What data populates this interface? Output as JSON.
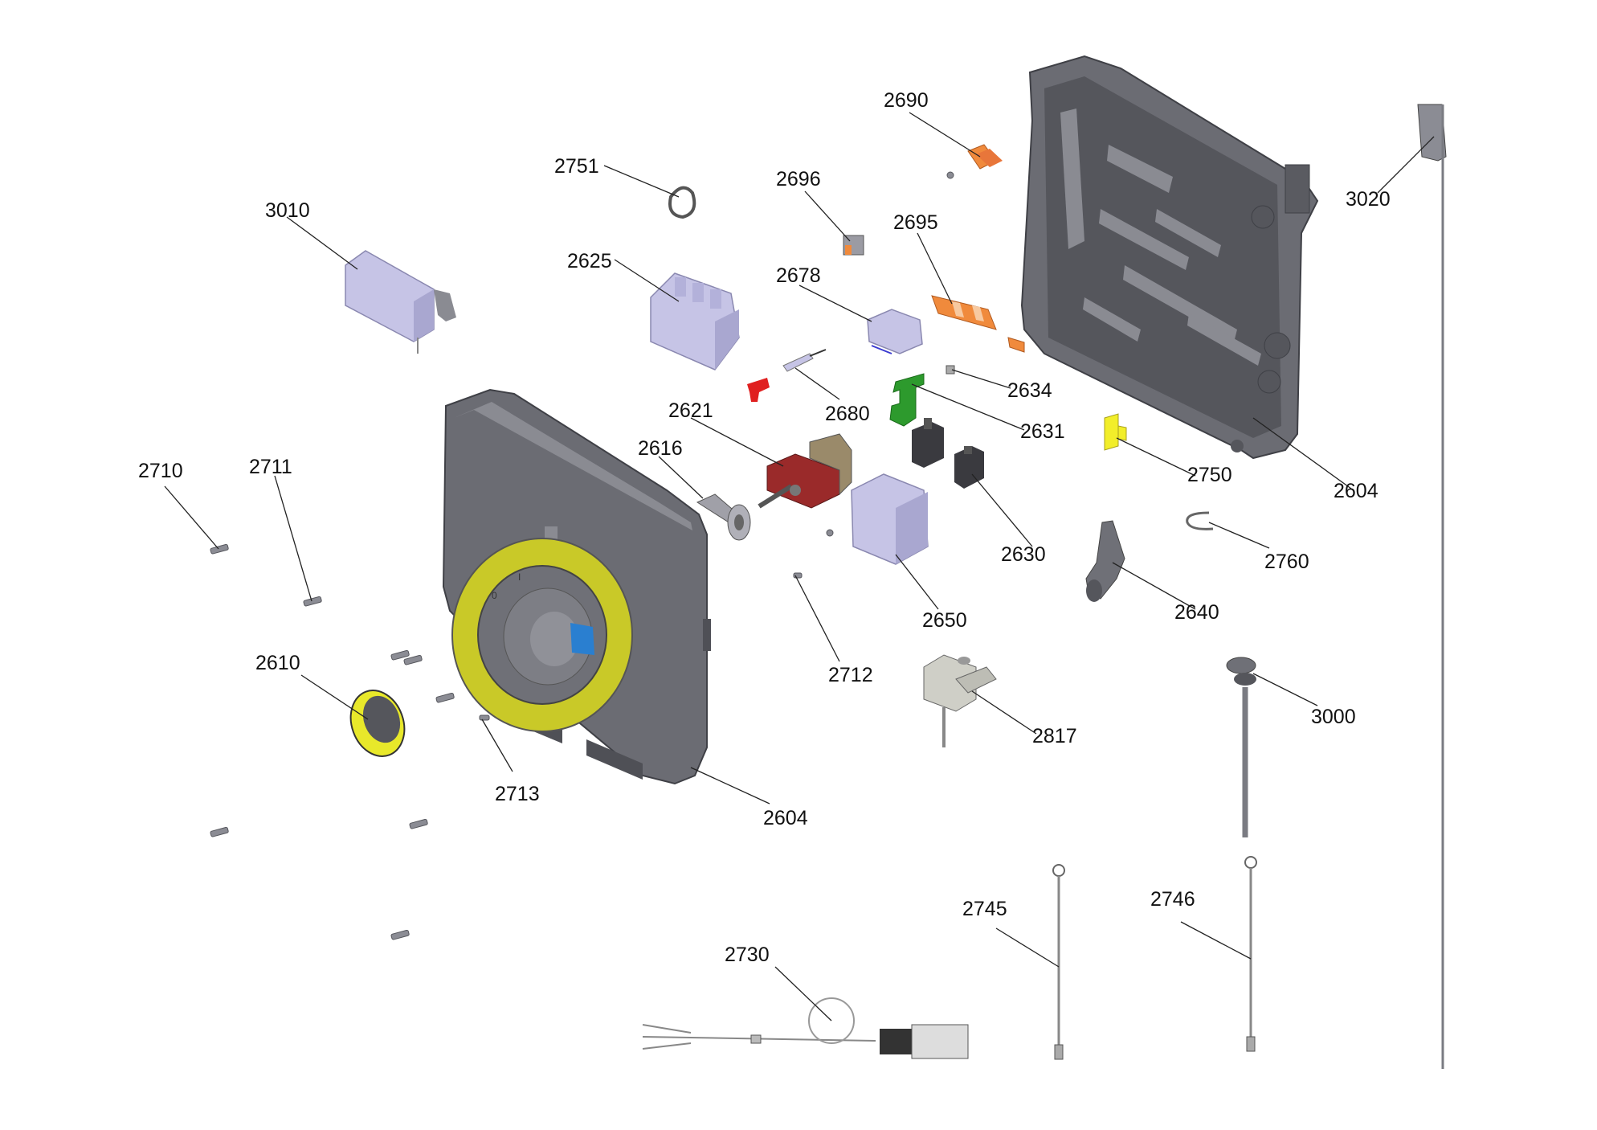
{
  "diagram": {
    "labels": {
      "p2690": "2690",
      "p2751": "2751",
      "p2696": "2696",
      "p3010": "3010",
      "p2695": "2695",
      "p2625": "2625",
      "p2678": "2678",
      "p3020": "3020",
      "p2634": "2634",
      "p2680": "2680",
      "p2621": "2621",
      "p2631": "2631",
      "p2616": "2616",
      "p2710": "2710",
      "p2711": "2711",
      "p2750": "2750",
      "p2604_rear": "2604",
      "p2630": "2630",
      "p2760": "2760",
      "p2650": "2650",
      "p2640": "2640",
      "p2610": "2610",
      "p2712": "2712",
      "p3000": "3000",
      "p2817": "2817",
      "p2713": "2713",
      "p2604_front": "2604",
      "p2745": "2745",
      "p2746": "2746",
      "p2730": "2730"
    },
    "colors": {
      "housing": "#6b6c73",
      "dial_ring": "#c9c928",
      "dial_blue": "#2a7fd0",
      "knob": "#e8e82a",
      "terminal_orange": "#f08a3c",
      "clip_green": "#2d9a2d",
      "part_red": "#e02020",
      "clip_yellow": "#f2ee2a",
      "selector_red": "#9a2a2a",
      "component_lavender": "#c6c4e6"
    }
  }
}
